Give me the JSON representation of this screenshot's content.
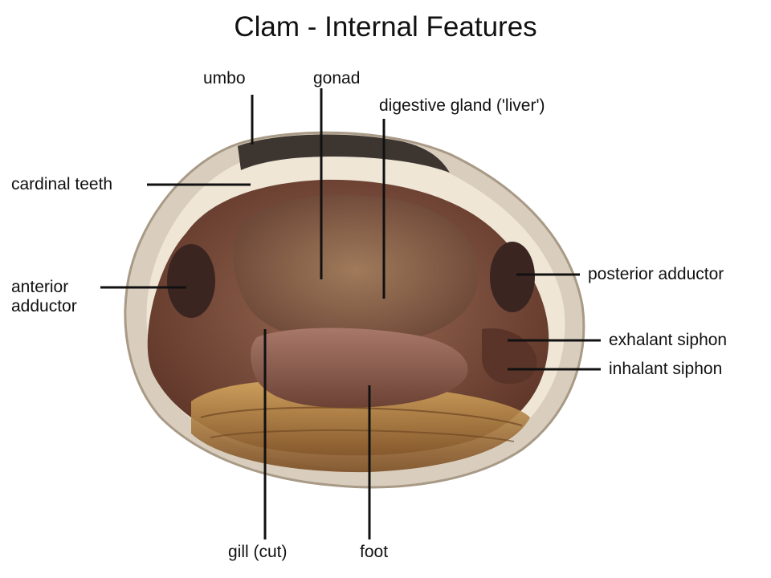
{
  "title": "Clam - Internal Features",
  "labels": {
    "umbo": "umbo",
    "gonad": "gonad",
    "digestive_gland": "digestive gland ('liver')",
    "cardinal_teeth": "cardinal teeth",
    "anterior_adductor_line1": "anterior",
    "anterior_adductor_line2": "adductor",
    "posterior_adductor": "posterior adductor",
    "exhalant_siphon": "exhalant siphon",
    "inhalant_siphon": "inhalant siphon",
    "gill": "gill (cut)",
    "foot": "foot"
  },
  "colors": {
    "shell_outer": "#d8cdbd",
    "shell_inner": "#efe6d6",
    "mantle": "#7a4a35",
    "body": "#8a5a48",
    "gonad": "#9b7256",
    "adductor": "#3a2520",
    "gill": "#b07a3c",
    "foot": "#9c6a55",
    "leader": "#111111"
  }
}
